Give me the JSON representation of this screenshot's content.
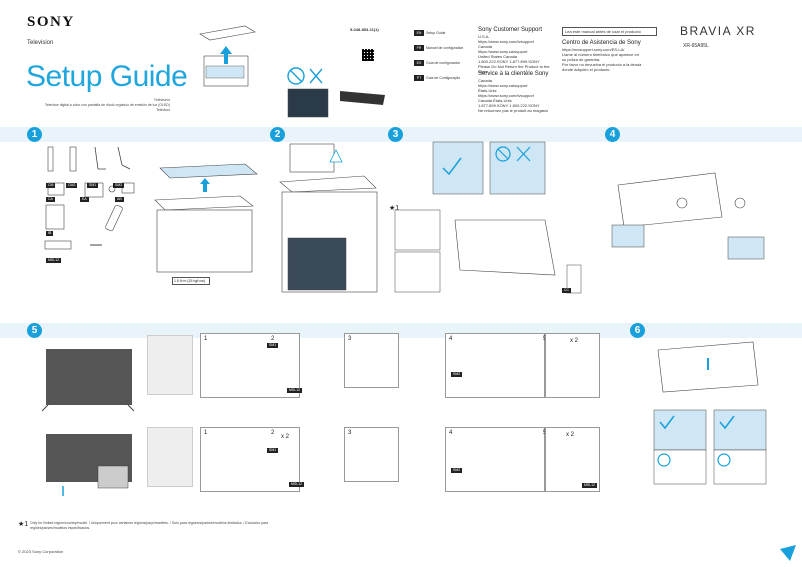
{
  "header": {
    "brand": "SONY",
    "product_type": "Television",
    "title": "Setup Guide",
    "subtitle_lines": [
      "Téléviseur",
      "Televisor digital a color con pantalla de diodo orgánico de emisión de luz (OLED)",
      "Televisor"
    ],
    "doc_number": "5-048-853-11(1)",
    "series": "BRAVIA XR",
    "model": "XR-65A95L"
  },
  "languages": [
    {
      "code": "EN",
      "name": "Setup Guide"
    },
    {
      "code": "FR",
      "name": "Manuel de configuration"
    },
    {
      "code": "ES",
      "name": "Guía de configuración"
    },
    {
      "code": "PT",
      "name": "Guia de Configuração"
    }
  ],
  "support_en": {
    "heading": "Sony Customer Support",
    "lines": [
      "U.S.A.",
      "https://www.sony.com/tvsupport",
      "Canada",
      "https://www.sony.ca/support",
      "United States  Canada",
      "1.800.222.SONY  1.877.899.SONY",
      "Please Do Not Return the Product to the Store"
    ]
  },
  "support_fr": {
    "heading": "Service à la clientèle Sony",
    "lines": [
      "Canada",
      "https://www.sony.ca/support",
      "États-Unis",
      "https://www.sony.com/tvsupport",
      "Canada  États-Unis",
      "1.877.899.SONY  1.800.222.SONY",
      "Ne retournez pas le produit au magasin"
    ]
  },
  "support_es": {
    "notice": "Lea este manual antes de usar el producto",
    "heading": "Centro de Asistencia de Sony",
    "lines": [
      "https://mxsupport.sony.com/ES-LA/",
      "Llame al número telefónico que aparece en",
      "su póliza de garantía.",
      "Por favor no devuelva el producto a la tienda",
      "donde adquirió el producto."
    ]
  },
  "steps": [
    "1",
    "2",
    "3",
    "4",
    "5",
    "6"
  ],
  "parts": [
    "CM",
    "CM2",
    "SM1",
    "SM2",
    "CA",
    "KA",
    "IB",
    "AB",
    "MSL12"
  ],
  "torque": "1.5 N·m {15 kgf·cm}",
  "substeps": [
    "1",
    "2",
    "3",
    "4",
    "5"
  ],
  "labels": {
    "star": "★1",
    "cc": "CC",
    "times2": "x 2",
    "times2b": "x 2"
  },
  "footnote": "Only for limited region/country/model. / Uniquement pour certaines régions/pays/modèles. / Solo para regiones/países/modelos limitados. / Exclusivo para regiões/países/modelos especificados.",
  "copyright": "© 2023 Sony Corporation",
  "colors": {
    "accent": "#18a0dc",
    "band": "#e9f4fa"
  }
}
